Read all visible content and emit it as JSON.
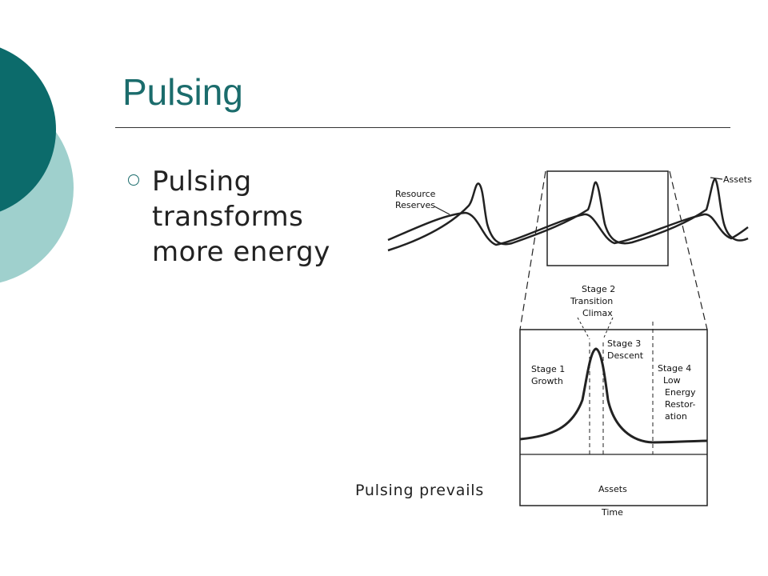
{
  "slide": {
    "title": "Pulsing",
    "bullets": [
      "Pulsing transforms more energy"
    ],
    "caption": "Pulsing prevails"
  },
  "theme": {
    "dark_teal": "#0c6b6b",
    "light_teal": "#9fd0cd",
    "title_color": "#1b6c6c"
  },
  "diagram": {
    "top_labels": {
      "resource_line1": "Resource",
      "resource_line2": "Reserves",
      "assets": "Assets"
    },
    "stages": {
      "s2_line1": "Stage 2",
      "s2_line2": "Transition",
      "s2_line3": "Climax",
      "s1_line1": "Stage 1",
      "s1_line2": "Growth",
      "s3_line1": "Stage 3",
      "s3_line2": "Descent",
      "s4_line1": "Stage 4",
      "s4_line2": "Low",
      "s4_line3": "Energy",
      "s4_line4": "Restor-",
      "s4_line5": "ation"
    },
    "inset_labels": {
      "assets": "Assets",
      "time": "Time"
    }
  }
}
